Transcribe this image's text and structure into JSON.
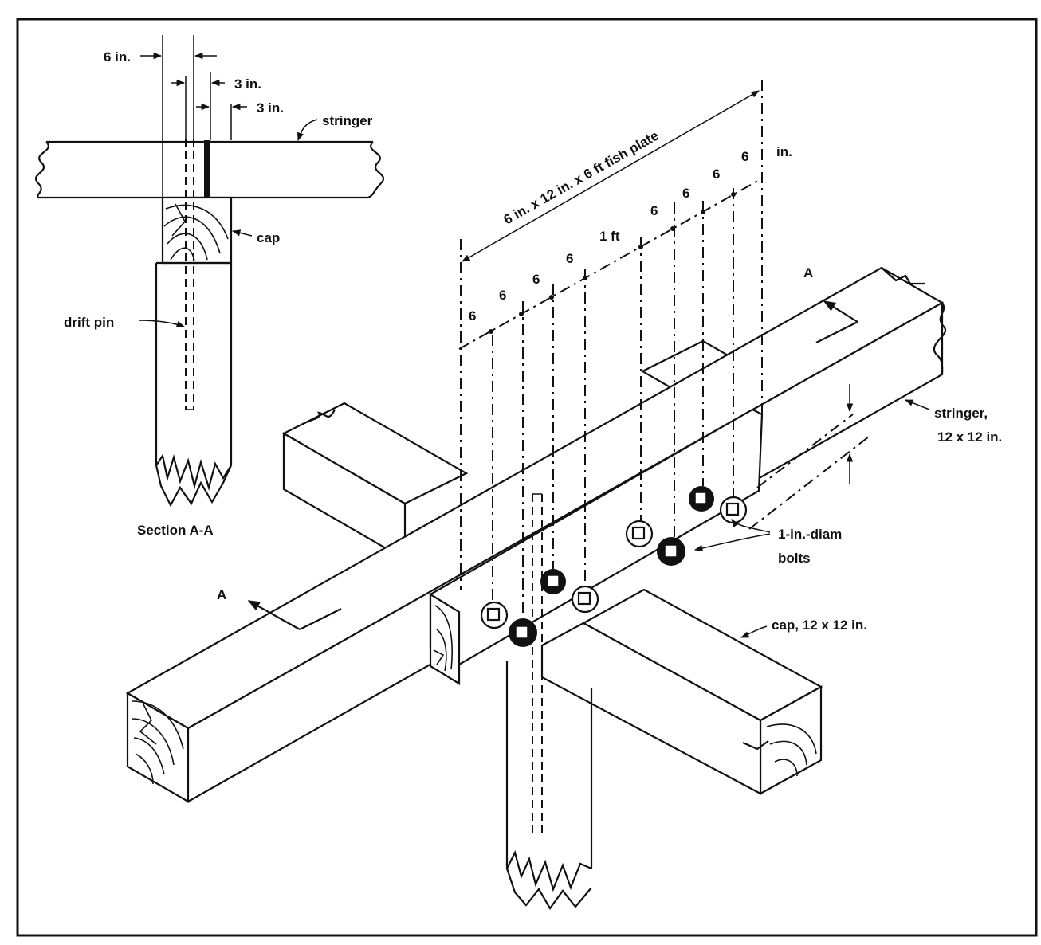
{
  "labels": {
    "sec_6in": "6 in.",
    "sec_3in_a": "3 in.",
    "sec_3in_b": "3 in.",
    "sec_stringer": "stringer",
    "sec_cap": "cap",
    "sec_drift_pin": "drift pin",
    "section_title": "Section A-A",
    "fish_plate": "6 in. x 12 in. x 6 ft fish plate",
    "unit_in": "in.",
    "one_ft": "1 ft",
    "d6_1": "6",
    "d6_2": "6",
    "d6_3": "6",
    "d6_4": "6",
    "d6_5": "6",
    "d6_6": "6",
    "d6_7": "6",
    "d6_8": "6",
    "section_mark_top": "A",
    "section_mark_bottom": "A",
    "stringer_main_1": "stringer,",
    "stringer_main_2": "12 x 12 in.",
    "bolts_1": "1-in.-diam",
    "bolts_2": "bolts",
    "cap_main": "cap, 12 x 12 in."
  },
  "colors": {
    "ink": "#111111",
    "paper": "#ffffff"
  }
}
